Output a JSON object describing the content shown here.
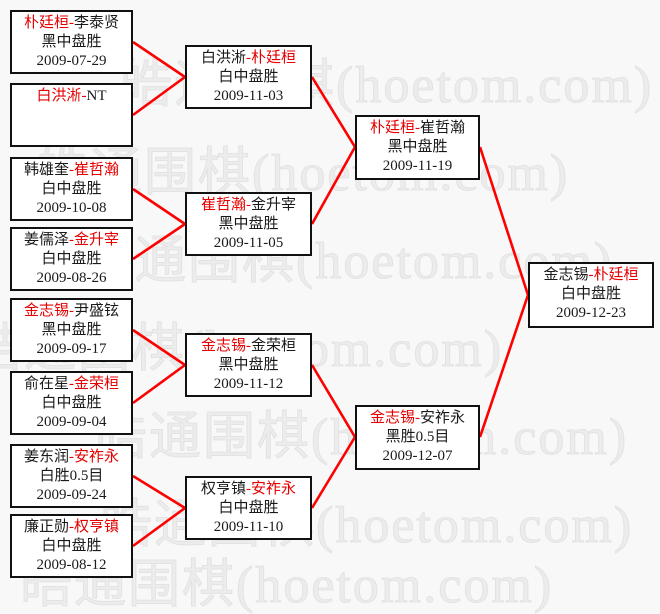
{
  "colors": {
    "line": "#ff0000",
    "winner": "#e60000",
    "watermark": "#ececec",
    "box-border": "#111111",
    "background": "#f8f8f8"
  },
  "watermark": {
    "text": "皓通围棋(hoetom.com)"
  },
  "separator": "-",
  "matches": [
    {
      "round": 1,
      "p1": "朴廷桓",
      "p2": "李泰贤",
      "winner": "p1",
      "result": "黑中盘胜",
      "date": "2009-07-29"
    },
    {
      "round": 1,
      "p1": "白洪淅",
      "p2": "NT",
      "winner": "p1",
      "result": "",
      "date": ""
    },
    {
      "round": 1,
      "p1": "韩雄奎",
      "p2": "崔哲瀚",
      "winner": "p2",
      "result": "白中盘胜",
      "date": "2009-10-08"
    },
    {
      "round": 1,
      "p1": "姜儒泽",
      "p2": "金升宰",
      "winner": "p2",
      "result": "白中盘胜",
      "date": "2009-08-26"
    },
    {
      "round": 1,
      "p1": "金志锡",
      "p2": "尹盛铉",
      "winner": "p1",
      "result": "黑中盘胜",
      "date": "2009-09-17"
    },
    {
      "round": 1,
      "p1": "俞在星",
      "p2": "金荣桓",
      "winner": "p2",
      "result": "白中盘胜",
      "date": "2009-09-04"
    },
    {
      "round": 1,
      "p1": "姜东润",
      "p2": "安祚永",
      "winner": "p2",
      "result": "白胜0.5目",
      "date": "2009-09-24"
    },
    {
      "round": 1,
      "p1": "廉正勋",
      "p2": "权亨镇",
      "winner": "p2",
      "result": "白中盘胜",
      "date": "2009-08-12"
    },
    {
      "round": 2,
      "p1": "白洪淅",
      "p2": "朴廷桓",
      "winner": "p2",
      "result": "白中盘胜",
      "date": "2009-11-03"
    },
    {
      "round": 2,
      "p1": "崔哲瀚",
      "p2": "金升宰",
      "winner": "p1",
      "result": "黑中盘胜",
      "date": "2009-11-05"
    },
    {
      "round": 2,
      "p1": "金志锡",
      "p2": "金荣桓",
      "winner": "p1",
      "result": "黑中盘胜",
      "date": "2009-11-12"
    },
    {
      "round": 2,
      "p1": "权亨镇",
      "p2": "安祚永",
      "winner": "p2",
      "result": "白中盘胜",
      "date": "2009-11-10"
    },
    {
      "round": 3,
      "p1": "朴廷桓",
      "p2": "崔哲瀚",
      "winner": "p1",
      "result": "黑中盘胜",
      "date": "2009-11-19"
    },
    {
      "round": 3,
      "p1": "金志锡",
      "p2": "安祚永",
      "winner": "p1",
      "result": "黑胜0.5目",
      "date": "2009-12-07"
    },
    {
      "round": 4,
      "p1": "金志锡",
      "p2": "朴廷桓",
      "winner": "p2",
      "result": "白中盘胜",
      "date": "2009-12-23"
    }
  ]
}
